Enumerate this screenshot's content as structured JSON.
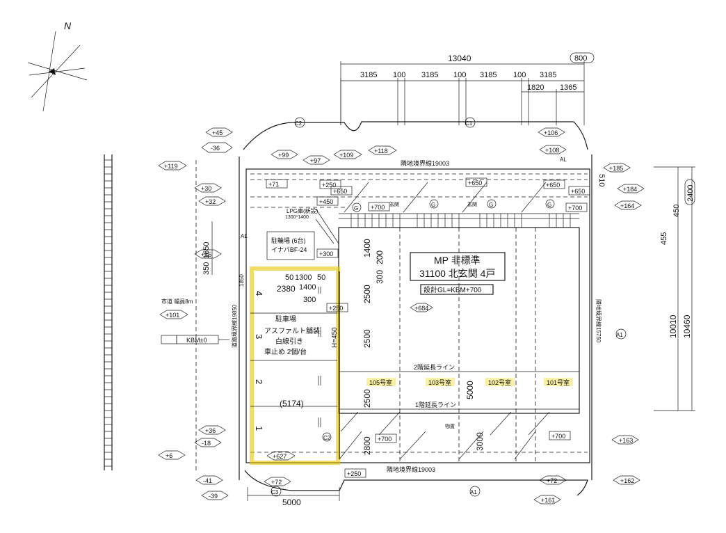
{
  "compass": {
    "north_label": "N"
  },
  "dimensions_top": {
    "total": "13040",
    "offset_tag": "800",
    "segments": [
      "3185",
      "100",
      "3185",
      "100",
      "3185",
      "100",
      "3185"
    ],
    "sub_segments": [
      "1820",
      "1365"
    ]
  },
  "dimensions_left": {
    "a": "1650",
    "b": "350",
    "c": "1850"
  },
  "dimensions_right": {
    "a": "510",
    "b": "2400",
    "c": "450",
    "d": "455",
    "e": "10010",
    "f": "10460"
  },
  "dimensions_bottom": {
    "width": "5000"
  },
  "inner_dims": {
    "d1": "1400",
    "d2": "200",
    "d3": "300",
    "d4": "2500",
    "d5": "2500",
    "d6": "2500",
    "d7": "2800",
    "d8": "5000",
    "d9": "3000",
    "h1": "50",
    "h2": "1300",
    "h3": "50",
    "h4": "1400",
    "h5": "300",
    "parking_width": "2380",
    "parking_total": "(5174)"
  },
  "title_block": {
    "line1": "MP 非標準",
    "line2": "31100 北玄関 4戸",
    "design_gl": "設計GL=KBM+700"
  },
  "labels": {
    "lp_gas": "LPG庫(新設)",
    "lp_gas_size": "1300*1400",
    "bike_parking": "駐輪場 (6台)",
    "bike_model": "イナバBF-24",
    "parking_title": "駐車場",
    "parking_paving": "アスファルト舗装",
    "parking_lines": "白線引き",
    "parking_stop": "車止め 2個/台",
    "wall_height": "H=450",
    "floor2_line": "2階延長ライン",
    "floor1_line": "1階延長ライン",
    "boundary_top": "隣地境界線19003",
    "boundary_bottom": "隣地境界線19003",
    "road": "市道 幅員8m",
    "kbm": "KBM±0",
    "al_1": "AL",
    "al_2": "AL",
    "entrance_1": "玄関",
    "entrance_2": "玄関",
    "storage": "物置",
    "right_boundary": "隣地境界線15750",
    "left_boundary": "道路境界線19850"
  },
  "units": [
    "105号室",
    "103号室",
    "102号室",
    "101号室"
  ],
  "parking_numbers": [
    "4",
    "3",
    "2",
    "1"
  ],
  "level_tags": {
    "t1": "+45",
    "t2": "-36",
    "t3": "+119",
    "t4": "+30",
    "t5": "+32",
    "t6": "+46",
    "t7": "+101",
    "t8": "+36",
    "t9": "-18",
    "t10": "+6",
    "t11": "-41",
    "t12": "-39",
    "t13": "+99",
    "t14": "+97",
    "t15": "+109",
    "t16": "+118",
    "t17": "+106",
    "t18": "+108",
    "t19": "+185",
    "t20": "+184",
    "t21": "+164",
    "t22": "+684",
    "t23": "+627",
    "t24": "+72",
    "t25": "+72",
    "t26": "+163",
    "t27": "+162",
    "t28": "+161"
  },
  "level_boxes": {
    "b1": "+250",
    "b2": "+450",
    "b3": "+650",
    "b4": "+700",
    "b5": "+650",
    "b6": "+650",
    "b7": "+650",
    "b8": "+700",
    "b9": "+300",
    "b10": "+250",
    "b11": "+700",
    "b12": "+700",
    "b13": "+250",
    "b14": "+71"
  },
  "circle_marks": {
    "c1": "C2",
    "c2": "C1",
    "c3": "A1",
    "c4": "C3",
    "c5": "A1",
    "c6": "G",
    "c7": "G",
    "c8": "G",
    "c9": "G",
    "c10": "C2"
  }
}
